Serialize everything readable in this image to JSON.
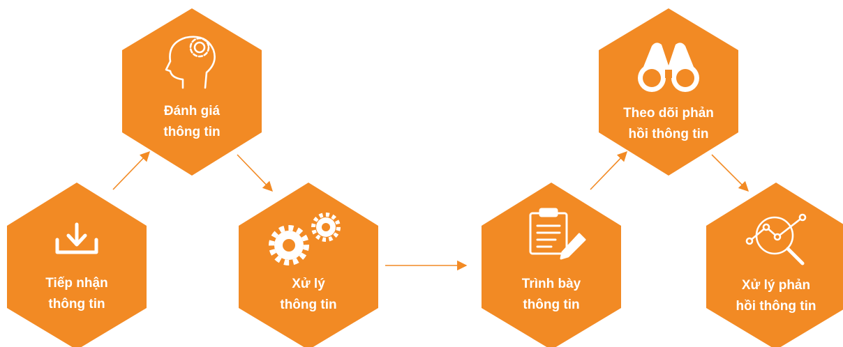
{
  "colors": {
    "accent": "#f28a24",
    "arrow": "#f28a24",
    "icon": "#ffffff",
    "text": "#ffffff"
  },
  "steps": [
    {
      "id": "receive",
      "icon": "download-icon",
      "lines": [
        "Tiếp nhận",
        "thông tin"
      ]
    },
    {
      "id": "evaluate",
      "icon": "head-gear-icon",
      "lines": [
        "Đánh giá",
        "thông tin"
      ]
    },
    {
      "id": "process",
      "icon": "gears-icon",
      "lines": [
        "Xử lý",
        "thông tin"
      ]
    },
    {
      "id": "present",
      "icon": "clipboard-pen-icon",
      "lines": [
        "Trình bày",
        "thông tin"
      ]
    },
    {
      "id": "monitor",
      "icon": "binoculars-icon",
      "lines": [
        "Theo dõi phản",
        "hồi thông tin"
      ]
    },
    {
      "id": "handle",
      "icon": "analytics-search-icon",
      "lines": [
        "Xử lý phản",
        "hồi thông tin"
      ]
    }
  ],
  "flow": [
    [
      "receive",
      "evaluate"
    ],
    [
      "evaluate",
      "process"
    ],
    [
      "process",
      "present"
    ],
    [
      "present",
      "monitor"
    ],
    [
      "monitor",
      "handle"
    ]
  ]
}
